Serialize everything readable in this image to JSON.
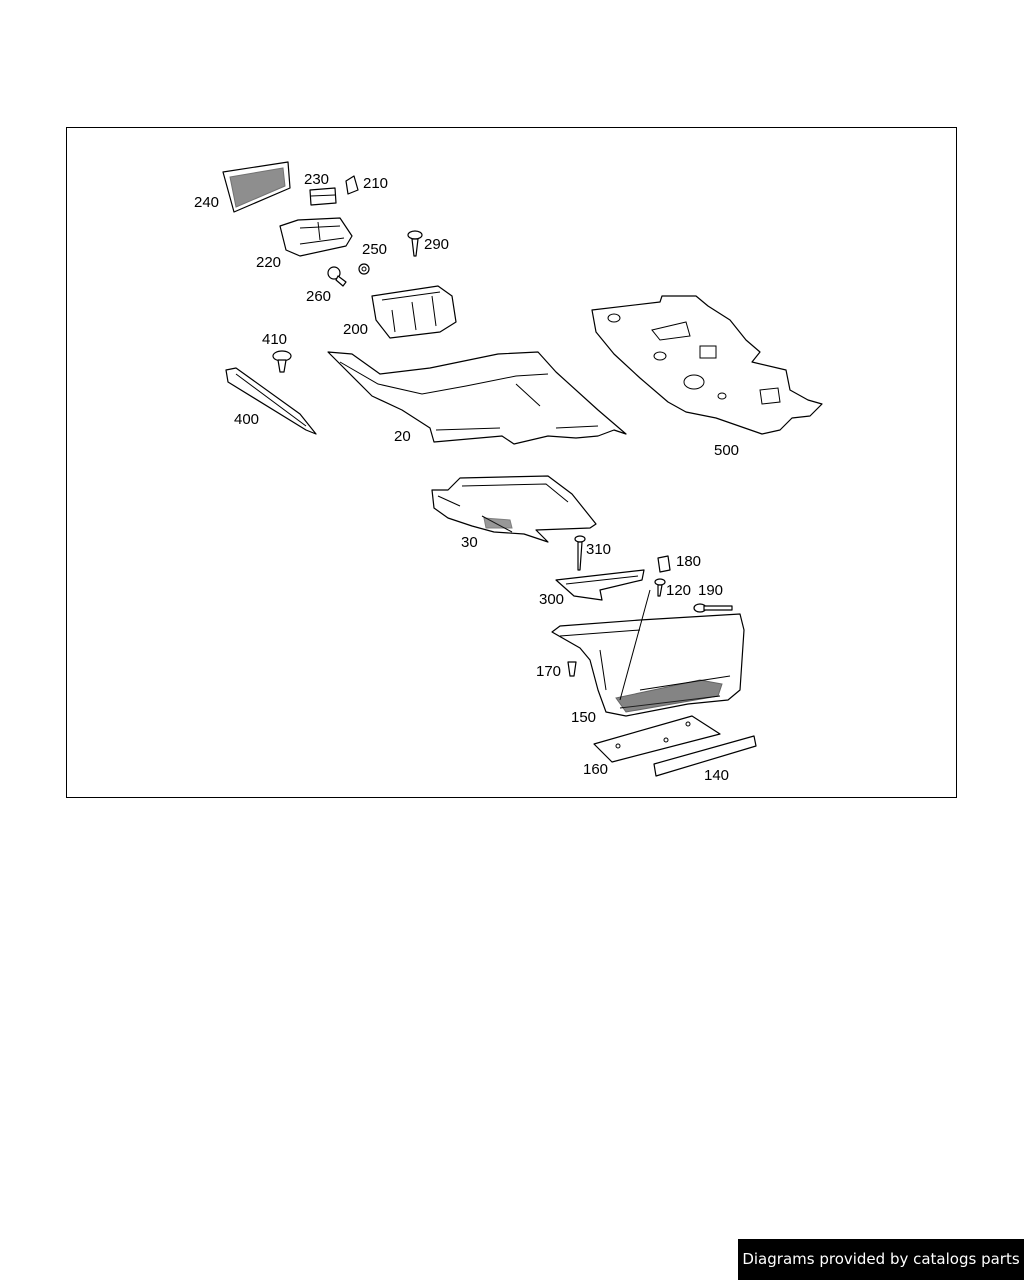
{
  "diagram": {
    "callouts": {
      "p240": "240",
      "p230": "230",
      "p210": "210",
      "p220": "220",
      "p250": "250",
      "p290": "290",
      "p260": "260",
      "p200": "200",
      "p410": "410",
      "p400": "400",
      "p20": "20",
      "p500": "500",
      "p30": "30",
      "p310": "310",
      "p180": "180",
      "p300": "300",
      "p120": "120",
      "p190": "190",
      "p170": "170",
      "p150": "150",
      "p160": "160",
      "p140": "140"
    }
  },
  "footer": {
    "credit": "Diagrams provided by catalogs parts"
  }
}
